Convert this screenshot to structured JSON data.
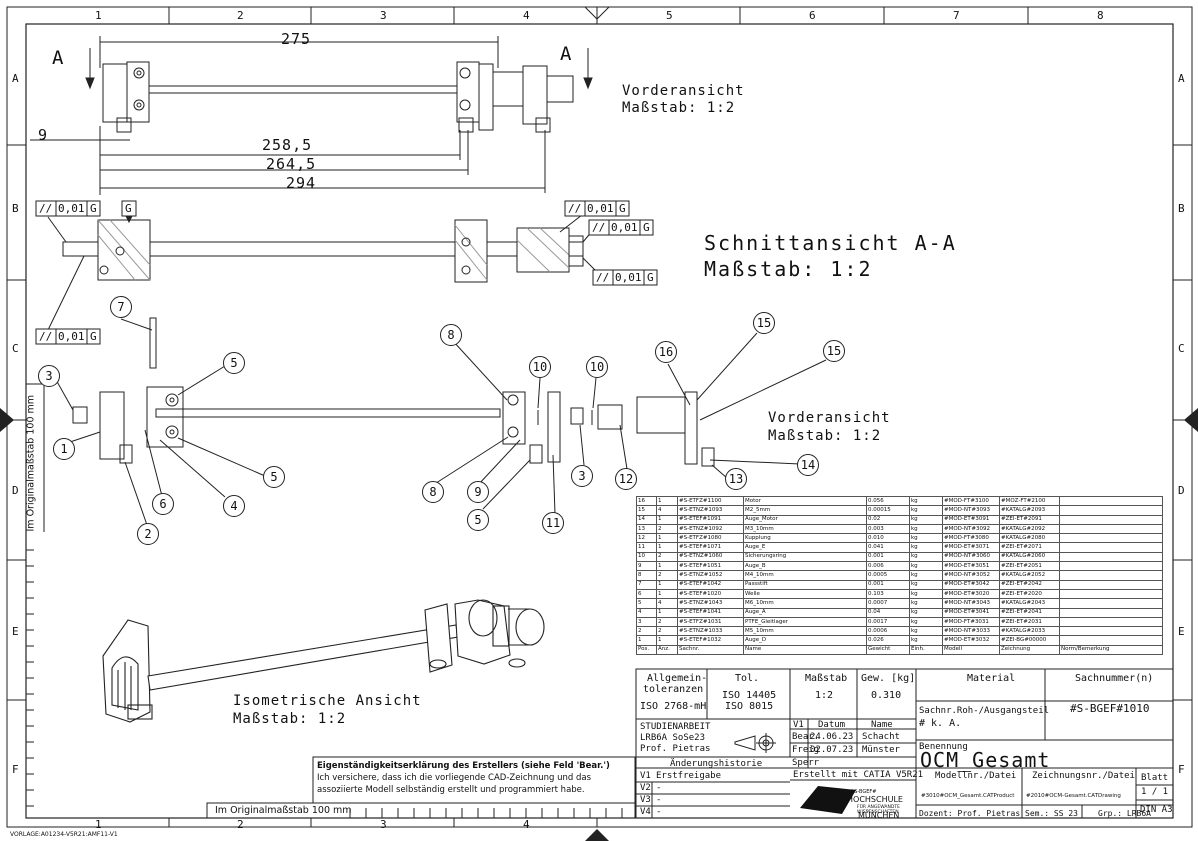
{
  "grid": {
    "columns": [
      "1",
      "2",
      "3",
      "4",
      "5",
      "6",
      "7",
      "8"
    ],
    "rows": [
      "A",
      "B",
      "C",
      "D",
      "E",
      "F"
    ]
  },
  "dimensions": {
    "d275": "275",
    "d9": "9",
    "d258": "258,5",
    "d264": "264,5",
    "d294": "294",
    "section_a": "A"
  },
  "views": {
    "front_top_title": "Vorderansicht",
    "front_top_scale": "Maßstab:  1:2",
    "section_title": "Schnittansicht A-A",
    "section_scale": "Maßstab:   1:2",
    "front_mid_title": "Vorderansicht",
    "front_mid_scale": "Maßstab:  1:2",
    "iso_title": "Isometrische Ansicht",
    "iso_scale": "Maßstab:   1:2"
  },
  "tolerances": {
    "sym": "//",
    "t1": "0,01",
    "datum": "G",
    "datum_box": "G"
  },
  "balloons": [
    "1",
    "2",
    "3",
    "3",
    "4",
    "5",
    "5",
    "5",
    "6",
    "7",
    "8",
    "8",
    "9",
    "10",
    "10",
    "11",
    "12",
    "13",
    "14",
    "15",
    "15",
    "16"
  ],
  "ruler": {
    "side_label": "Im Originalmaßstab 100 mm",
    "bottom_label": "Im Originalmaßstab 100 mm"
  },
  "declaration": {
    "title": "Eigenständigkeitserklärung des Erstellers (siehe Feld 'Bear.')",
    "line1": "Ich versichere, dass ich die vorliegende CAD-Zeichnung und das",
    "line2": "assoziierte Modell selbständig erstellt und programmiert habe."
  },
  "bom": {
    "rows": [
      [
        "16",
        "1",
        "#S-ETFZ#1100",
        "Motor",
        "0.056",
        "kg",
        "#MOD-FT#3100",
        "#MOZ-FT#2100",
        ""
      ],
      [
        "15",
        "4",
        "#S-ETNZ#1093",
        "M2_5mm",
        "0.00015",
        "kg",
        "#MOD-NT#3093",
        "#KATALG#2093",
        ""
      ],
      [
        "14",
        "1",
        "#S-ETEF#1091",
        "Auge_Motor",
        "0.02",
        "kg",
        "#MOD-ET#3091",
        "#ZEI-ET#2091",
        ""
      ],
      [
        "13",
        "2",
        "#S-ETNZ#1092",
        "M3_10mm",
        "0.003",
        "kg",
        "#MOD-NT#3092",
        "#KATALG#2092",
        ""
      ],
      [
        "12",
        "1",
        "#S-ETFZ#1080",
        "Kupplung",
        "0.010",
        "kg",
        "#MOD-FT#3080",
        "#KATALG#2080",
        ""
      ],
      [
        "11",
        "1",
        "#S-ETEF#1071",
        "Auge_E",
        "0.041",
        "kg",
        "#MOD-ET#3071",
        "#ZEI-ET#2071",
        ""
      ],
      [
        "10",
        "2",
        "#S-ETNZ#1060",
        "Sicherungsring",
        "0.001",
        "kg",
        "#MOD-NT#3060",
        "#KATALG#2060",
        ""
      ],
      [
        "9",
        "1",
        "#S-ETEF#1051",
        "Auge_B",
        "0.006",
        "kg",
        "#MOD-ET#3051",
        "#ZEI-ET#2051",
        ""
      ],
      [
        "8",
        "2",
        "#S-ETNZ#1052",
        "M4_10mm",
        "0.0005",
        "kg",
        "#MOD-NT#3052",
        "#KATALG#2052",
        ""
      ],
      [
        "7",
        "1",
        "#S-ETEF#1042",
        "Passstift",
        "0.001",
        "kg",
        "#MOD-ET#3042",
        "#ZEI-ET#2042",
        ""
      ],
      [
        "6",
        "1",
        "#S-ETEF#1020",
        "Welle",
        "0.103",
        "kg",
        "#MOD-ET#3020",
        "#ZEI-ET#2020",
        ""
      ],
      [
        "5",
        "4",
        "#S-ETNZ#1043",
        "M6_10mm",
        "0.0007",
        "kg",
        "#MOD-NT#3043",
        "#KATALG#2043",
        ""
      ],
      [
        "4",
        "1",
        "#S-ETEF#1041",
        "Auge_A",
        "0.04",
        "kg",
        "#MOD-ET#3041",
        "#ZEI-ET#2041",
        ""
      ],
      [
        "3",
        "2",
        "#S-ETFZ#1031",
        "PTFE_Gleitlager",
        "0.0017",
        "kg",
        "#MOD-FT#3031",
        "#ZEI-ET#2031",
        ""
      ],
      [
        "2",
        "2",
        "#S-ETNZ#1033",
        "M5_10mm",
        "0.0006",
        "kg",
        "#MOD-NT#3033",
        "#KATALG#2033",
        ""
      ],
      [
        "1",
        "1",
        "#S-ETEF#1032",
        "Auge_D",
        "0.026",
        "kg",
        "#MOD-ET#3032",
        "#ZEI-BG#00000",
        ""
      ]
    ],
    "header": [
      "Pos.",
      "Anz.",
      "Sachnr.",
      "Name",
      "Gewicht",
      "Einh.",
      "Modell",
      "Zeichnung",
      "Norm/Bemerkung"
    ]
  },
  "titleblock": {
    "allg": "Allgemein-",
    "toleranzen": "toleranzen",
    "iso2768": "ISO 2768-mH",
    "tol": "Tol.",
    "iso14405": "ISO 14405",
    "iso8015": "ISO 8015",
    "massstab": "Maßstab",
    "massstab_val": "1:2",
    "gew": "Gew. [kg]",
    "gew_val": "0.310",
    "material": "Material",
    "sachnummern": "Sachnummer(n)",
    "sachnr_roh": "Sachnr.Roh-/Ausgangsteil",
    "ka": "# k. A.",
    "sachnummer_val": "#S-BGEF#1010",
    "studien": "STUDIENARBEIT",
    "lrb": "LRB6A SoSe23",
    "prof": "Prof. Pietras",
    "v1": "V1",
    "datum": "Datum",
    "name": "Name",
    "bear": "Bear.",
    "bear_date": "24.06.23",
    "bear_name": "Schacht",
    "freig": "Freig",
    "freig_date": "02.07.23",
    "freig_name": "Münster",
    "sperr": "Sperr",
    "benennung": "Benennung",
    "title": "OCM_Gesamt",
    "aenderung": "Änderungshistorie",
    "erstellt": "Erstellt mit CATIA V5R21",
    "modellnr": "Modellnr./Datei",
    "zeichnr": "Zeichnungsnr./Datei",
    "blatt": "Blatt",
    "blatt_val": "1 / 1",
    "v1r": "V1",
    "erst": "Erstfreigabe",
    "v2": "V2",
    "v3": "V3",
    "v4": "V4",
    "dash": "-",
    "model_file": "#3010#OCM_Gesamt.CATProduct",
    "drawing_file": "#2010#OCM-Gesamt.CATDrawing",
    "dina3": "DIN A3",
    "logo_small": "#S-BGEF#",
    "logo_hs": "HOCHSCHULE",
    "logo_l1": "FÜR ANGEWANDTE",
    "logo_l2": "WISSENSCHAFTEN",
    "logo_m": "MÜNCHEN",
    "dozent": "Dozent: Prof. Pietras",
    "sem": "Sem.: SS 23",
    "grp": "Grp.: LRB6A"
  },
  "footer": "VORLAGE:A01234-V5R21:AMF11-V1"
}
